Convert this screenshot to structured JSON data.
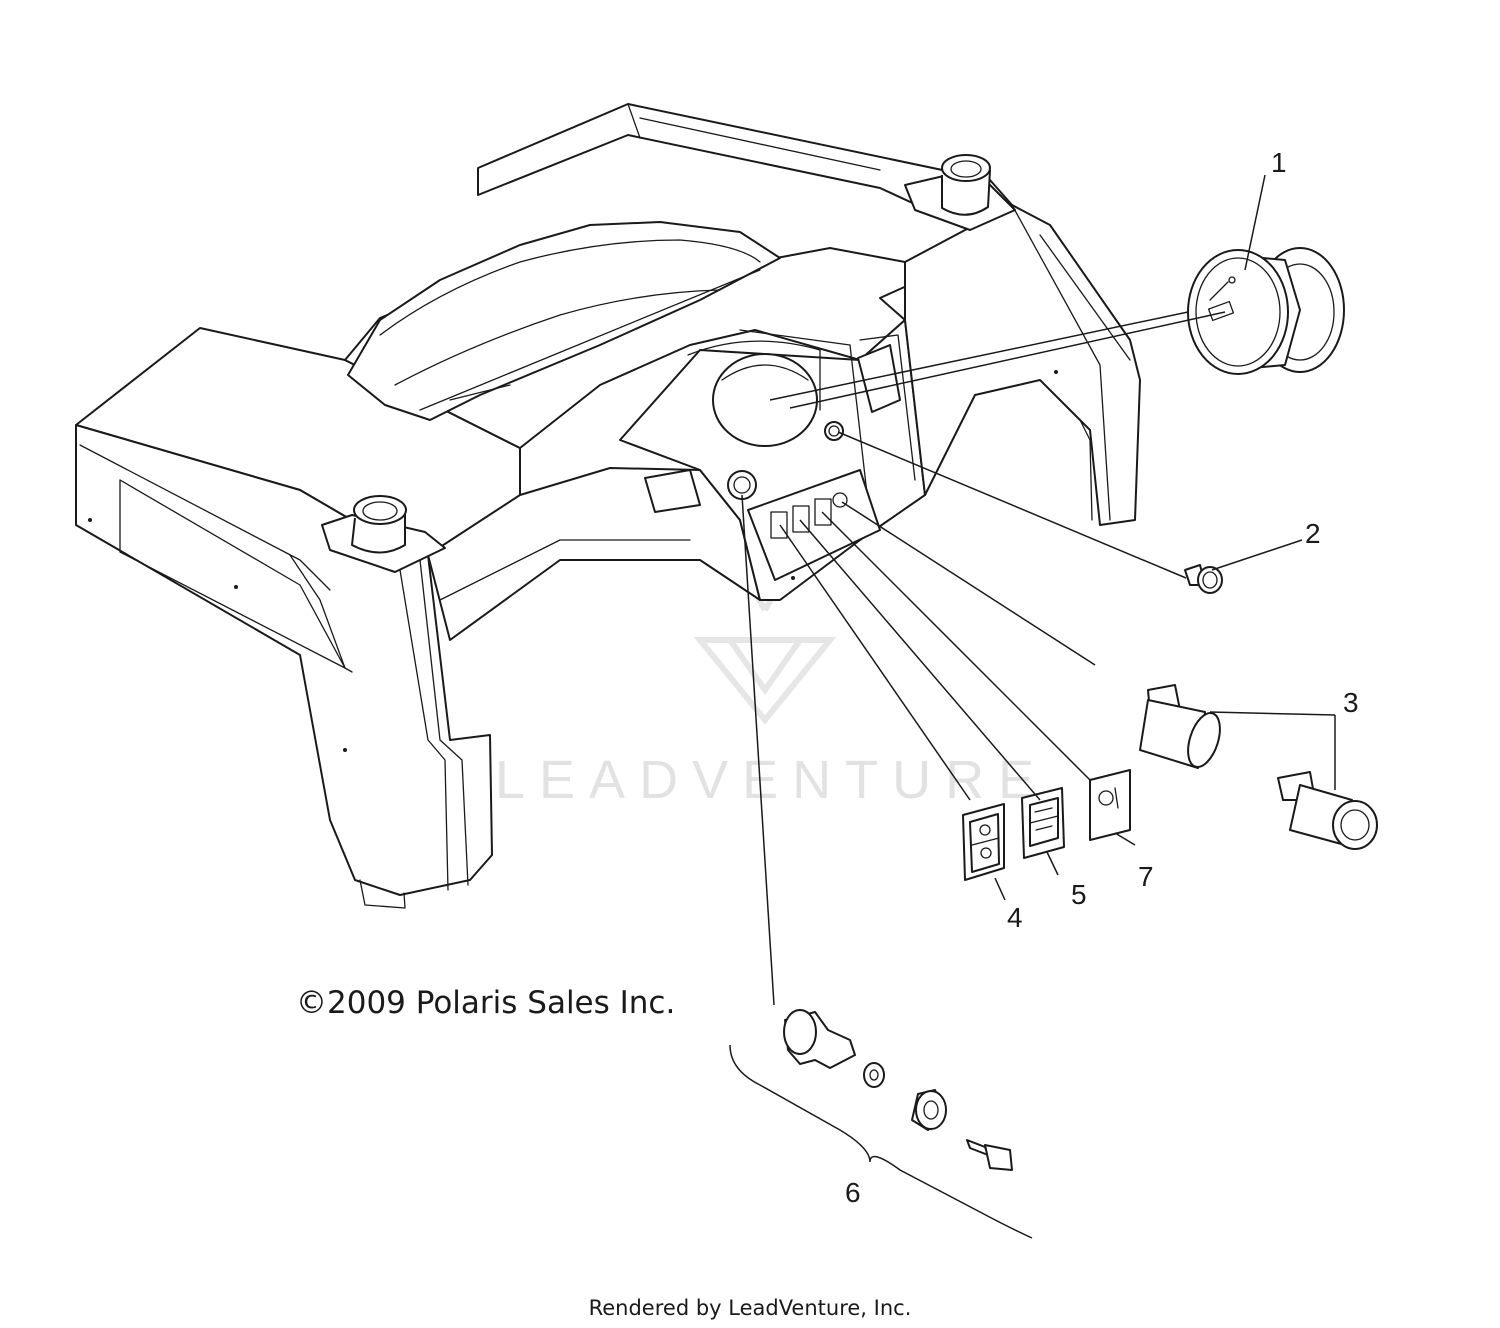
{
  "callouts": [
    {
      "id": "1",
      "label": "1"
    },
    {
      "id": "2",
      "label": "2"
    },
    {
      "id": "3",
      "label": "3"
    },
    {
      "id": "4",
      "label": "4"
    },
    {
      "id": "5",
      "label": "5"
    },
    {
      "id": "6",
      "label": "6"
    },
    {
      "id": "7",
      "label": "7"
    }
  ],
  "watermark": "LEADVENTURE",
  "copyright": "©2009 Polaris Sales Inc.",
  "footer": "Rendered by LeadVenture, Inc."
}
